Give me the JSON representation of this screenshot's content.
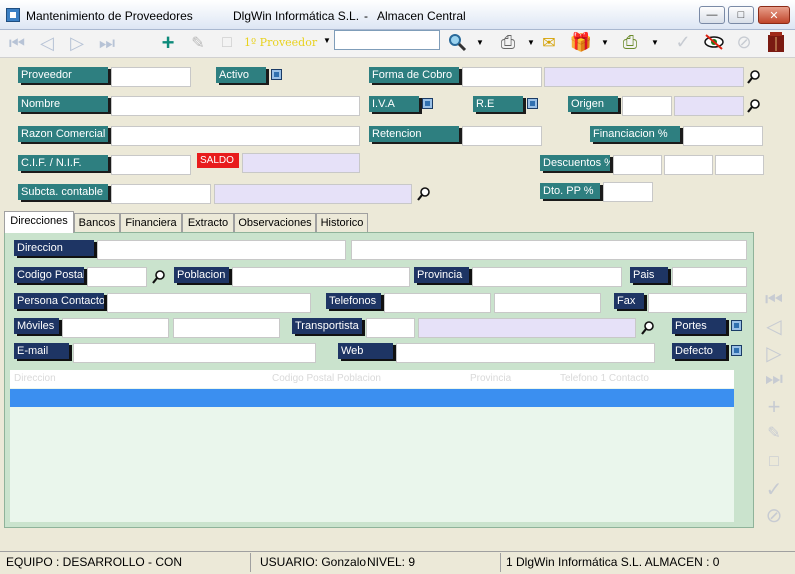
{
  "window": {
    "title": "Mantenimiento de Proveedores",
    "company": "DlgWin Informática S.L.",
    "separator": "-",
    "warehouse": "Almacen Central"
  },
  "toolbar": {
    "supplier_label": "1º Proveedor",
    "search_value": ""
  },
  "header_fields": {
    "proveedor": "Proveedor",
    "activo": "Activo",
    "forma_cobro": "Forma de Cobro",
    "nombre": "Nombre",
    "iva": "I.V.A",
    "re": "R.E",
    "origen": "Origen",
    "razon_comercial": "Razon Comercial",
    "retencion": "Retencion",
    "financiacion": "Financiacion %",
    "cif": "C.I.F. / N.I.F.",
    "saldo": "SALDO",
    "descuentos": "Descuentos %",
    "subcta": "Subcta. contable",
    "dto_pp": "Dto. PP %"
  },
  "tabs": [
    "Direcciones",
    "Bancos",
    "Financiera",
    "Extracto",
    "Observaciones",
    "Historico"
  ],
  "address_fields": {
    "direccion": "Direccion",
    "codigo_postal": "Codigo Postal",
    "poblacion": "Poblacion",
    "provincia": "Provincia",
    "pais": "Pais",
    "persona_contacto": "Persona Contacto",
    "telefonos": "Telefonos",
    "fax": "Fax",
    "moviles": "Móviles",
    "transportista": "Transportista",
    "portes": "Portes",
    "email": "E-mail",
    "web": "Web",
    "defecto": "Defecto"
  },
  "grid": {
    "columns": [
      "Direccion",
      "Codigo Postal Poblacion",
      "Provincia",
      "Telefono 1 Contacto"
    ]
  },
  "status": {
    "equipo": "EQUIPO : DESARROLLO - CON",
    "usuario": "USUARIO: Gonzalo",
    "nivel": "NIVEL: 9",
    "empresa": "1 DlgWin Informática S.L.  ALMACEN : 0"
  },
  "colors": {
    "label_teal": "#2e7f80",
    "label_navy": "#1e3564",
    "panel_green": "#cae3cd",
    "selection_blue": "#3b8ff0",
    "saldo_red": "#e81c1c"
  }
}
